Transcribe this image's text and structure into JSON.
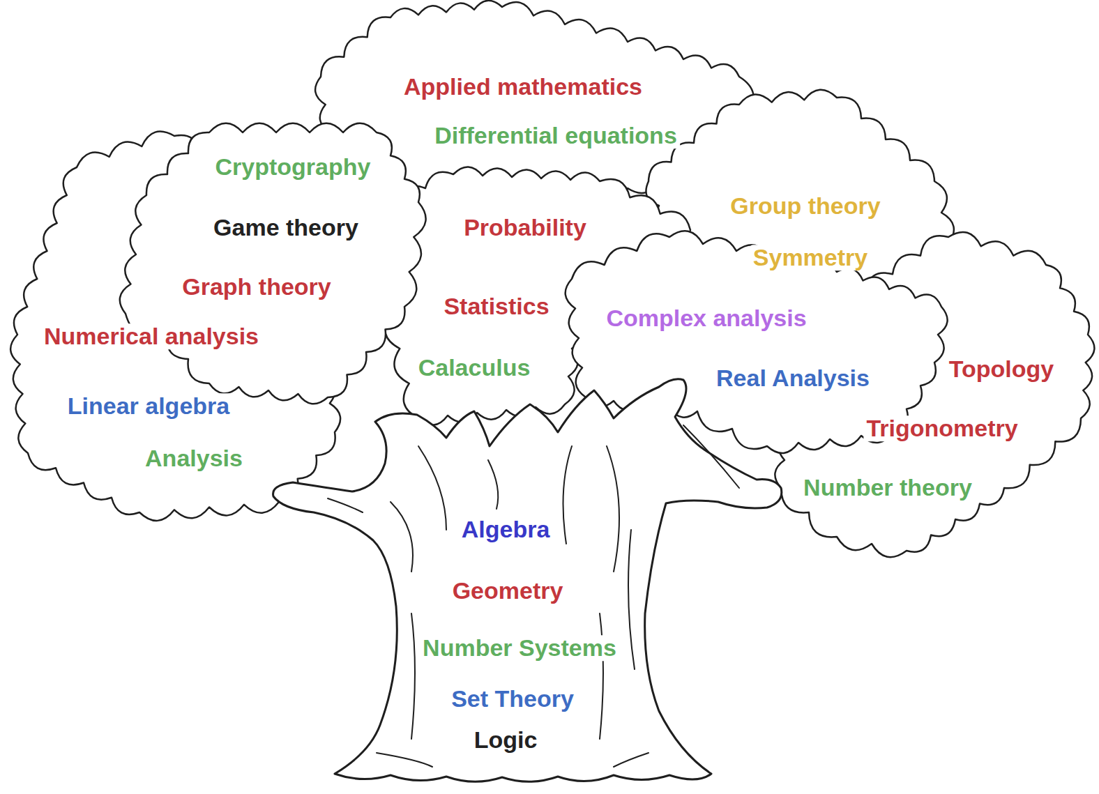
{
  "diagram": {
    "labels": [
      "Applied mathematics",
      "Differential equations",
      "Cryptography",
      "Game theory",
      "Probability",
      "Group theory",
      "Symmetry",
      "Graph theory",
      "Statistics",
      "Complex analysis",
      "Numerical analysis",
      "Calaculus",
      "Real Analysis",
      "Topology",
      "Linear algebra",
      "Trigonometry",
      "Analysis",
      "Number theory",
      "Algebra",
      "Geometry",
      "Number Systems",
      "Set Theory",
      "Logic"
    ]
  }
}
